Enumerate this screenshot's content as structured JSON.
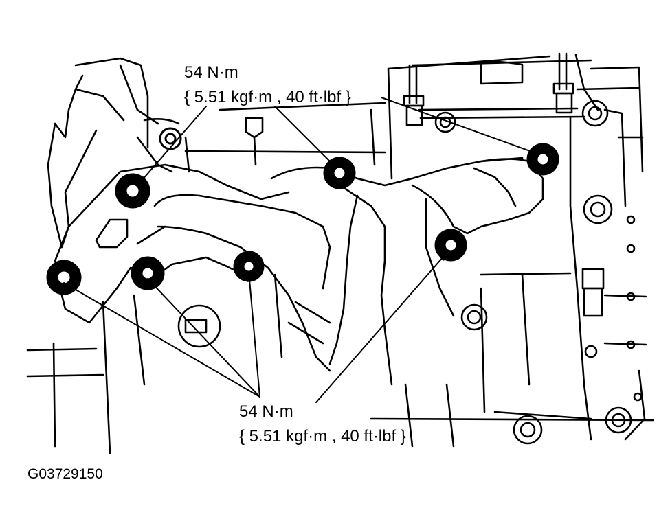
{
  "callouts": {
    "top": {
      "torque": "54 N·m",
      "detail": "{ 5.51 kgf·m , 40 ft·lbf }"
    },
    "bottom": {
      "torque": "54 N·m",
      "detail": "{ 5.51 kgf·m , 40 ft·lbf }"
    }
  },
  "figure_id": "G03729150",
  "colors": {
    "ink": "#000000",
    "paper": "#ffffff"
  }
}
